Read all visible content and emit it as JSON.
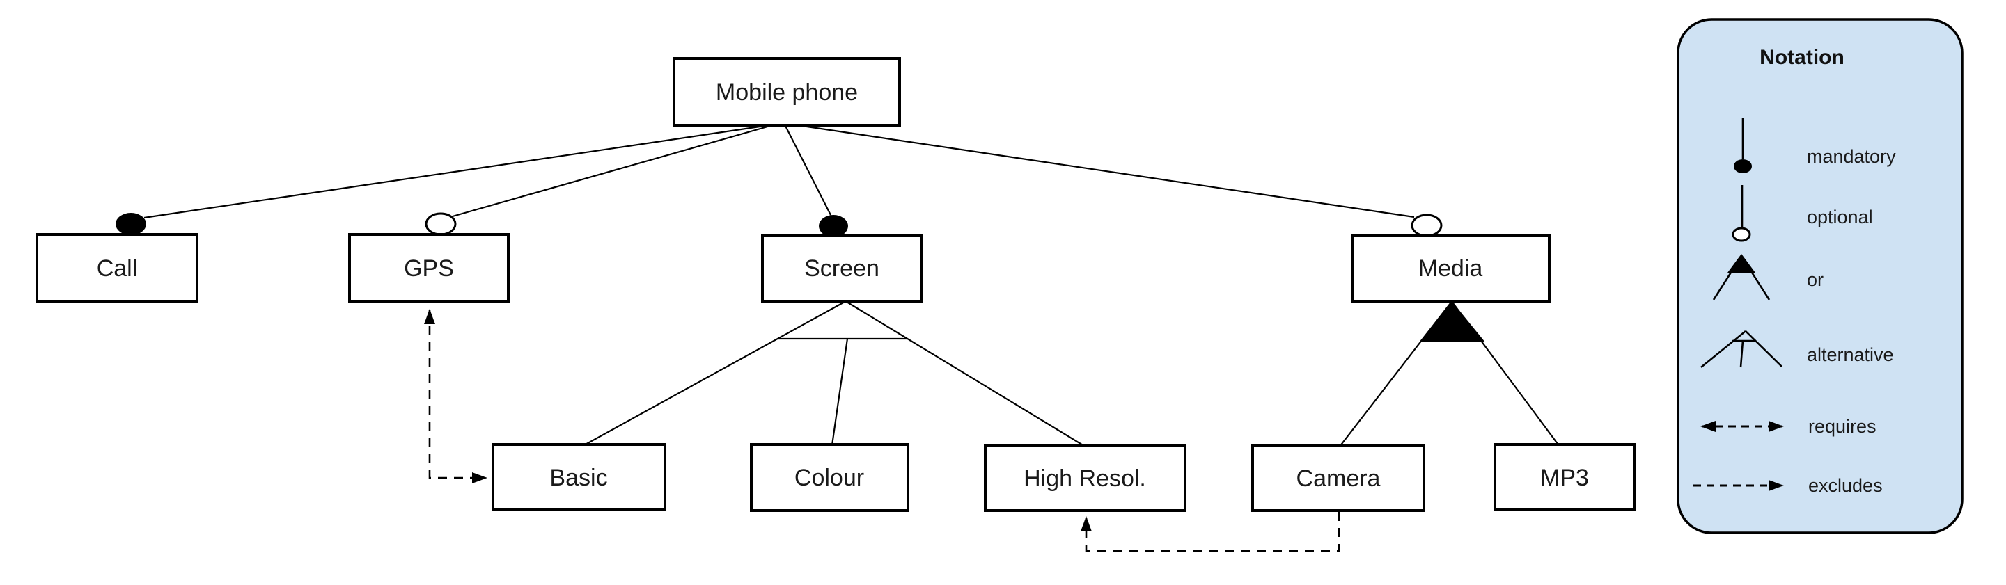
{
  "diagram": {
    "title_node": "Mobile phone",
    "nodes": {
      "mobile": "Mobile phone",
      "call": "Call",
      "gps": "GPS",
      "screen": "Screen",
      "media": "Media",
      "basic": "Basic",
      "colour": "Colour",
      "high_resol": "High Resol.",
      "camera": "Camera",
      "mp3": "MP3"
    },
    "relations": {
      "mandatory_children": [
        "Call",
        "Screen"
      ],
      "optional_children": [
        "GPS",
        "Media"
      ],
      "alternative_group": {
        "parent": "Screen",
        "children": [
          "Basic",
          "Colour",
          "High Resol."
        ]
      },
      "or_group": {
        "parent": "Media",
        "children": [
          "Camera",
          "MP3"
        ]
      },
      "cross_tree": [
        {
          "from": "GPS",
          "to": "Basic",
          "type": "requires",
          "style": "dashed-double-arrow"
        },
        {
          "from": "Camera",
          "to": "High Resol.",
          "type": "excludes",
          "style": "dashed-single-arrow"
        }
      ]
    }
  },
  "legend": {
    "title": "Notation",
    "items": [
      {
        "id": "mandatory",
        "label": "mandatory"
      },
      {
        "id": "optional",
        "label": "optional"
      },
      {
        "id": "or",
        "label": "or"
      },
      {
        "id": "alternative",
        "label": "alternative"
      },
      {
        "id": "requires",
        "label": "requires"
      },
      {
        "id": "excludes",
        "label": "excludes"
      }
    ],
    "colors": {
      "panel_fill": "#cfe2f3",
      "line": "#000000"
    }
  }
}
